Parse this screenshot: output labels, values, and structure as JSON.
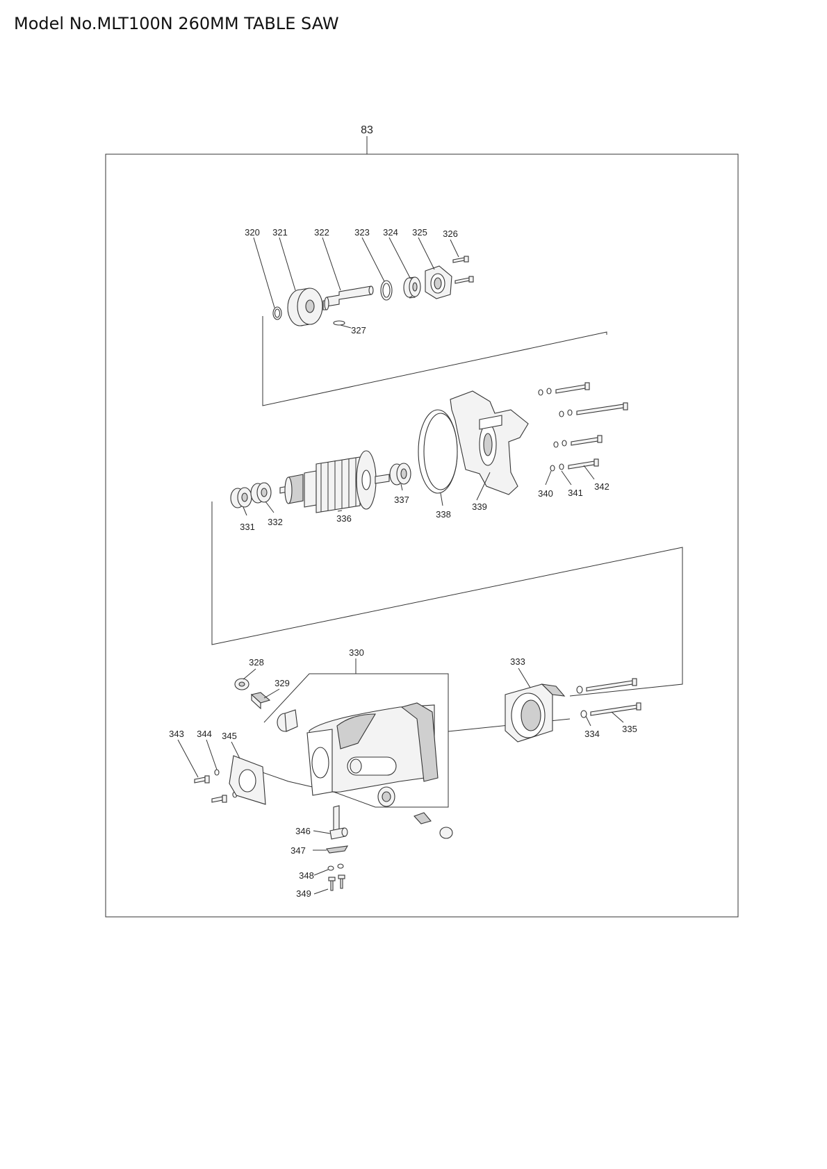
{
  "header": {
    "title": "Model No.MLT100N 260MM TABLE SAW"
  },
  "assembly": {
    "ref": "83"
  },
  "part_numbers": [
    "320",
    "321",
    "322",
    "323",
    "324",
    "325",
    "326",
    "327",
    "328",
    "329",
    "330",
    "331",
    "332",
    "333",
    "334",
    "335",
    "336",
    "337",
    "338",
    "339",
    "340",
    "341",
    "342",
    "343",
    "344",
    "345",
    "346",
    "347",
    "348",
    "349"
  ]
}
